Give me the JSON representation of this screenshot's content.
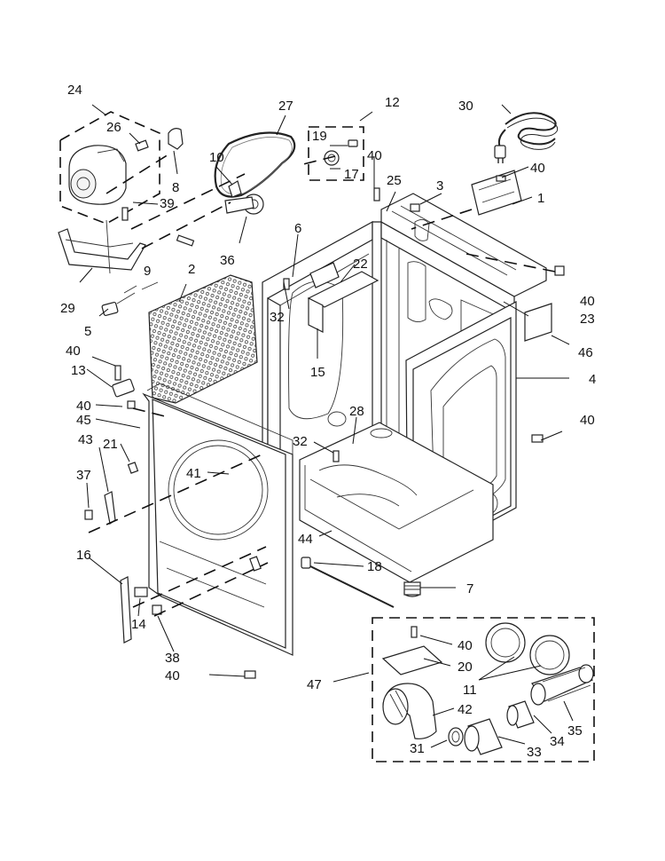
{
  "callouts": {
    "c1": "1",
    "c2": "2",
    "c3": "3",
    "c4": "4",
    "c5": "5",
    "c6": "6",
    "c7": "7",
    "c8": "8",
    "c9": "9",
    "c10": "10",
    "c11": "11",
    "c12": "12",
    "c13": "13",
    "c14": "14",
    "c15": "15",
    "c16": "16",
    "c17": "17",
    "c18": "18",
    "c19": "19",
    "c20": "20",
    "c21": "21",
    "c22": "22",
    "c23": "23",
    "c24": "24",
    "c25": "25",
    "c26": "26",
    "c27": "27",
    "c28": "28",
    "c29": "29",
    "c30": "30",
    "c31": "31",
    "c32a": "32",
    "c32b": "32",
    "c33": "33",
    "c34": "34",
    "c35": "35",
    "c36": "36",
    "c37": "37",
    "c38": "38",
    "c39": "39",
    "c40a": "40",
    "c40b": "40",
    "c40c": "40",
    "c40d": "40",
    "c40e": "40",
    "c40f": "40",
    "c40g": "40",
    "c40h": "40",
    "c41": "41",
    "c42": "42",
    "c43": "43",
    "c44": "44",
    "c45": "45",
    "c46": "46",
    "c47": "47"
  }
}
